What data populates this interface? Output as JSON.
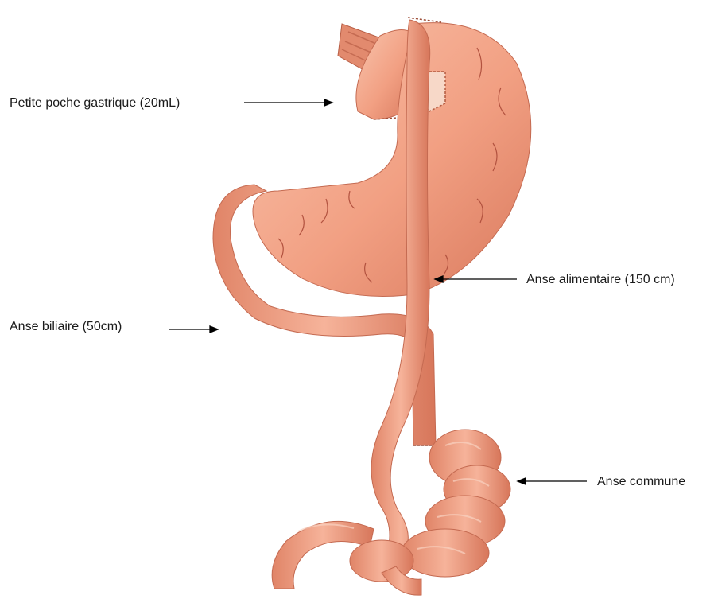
{
  "labels": {
    "pouch": "Petite poche gastrique (20mL)",
    "alimentary_limb": "Anse alimentaire (150 cm)",
    "biliary_limb": "Anse biliaire (50cm)",
    "common_limb": "Anse commune"
  },
  "colors": {
    "tissue": "#f2a083",
    "tissue_dark": "#d9795d",
    "tissue_light": "#f8c2ab",
    "vessel": "#b2523f",
    "arrow": "#000000"
  }
}
